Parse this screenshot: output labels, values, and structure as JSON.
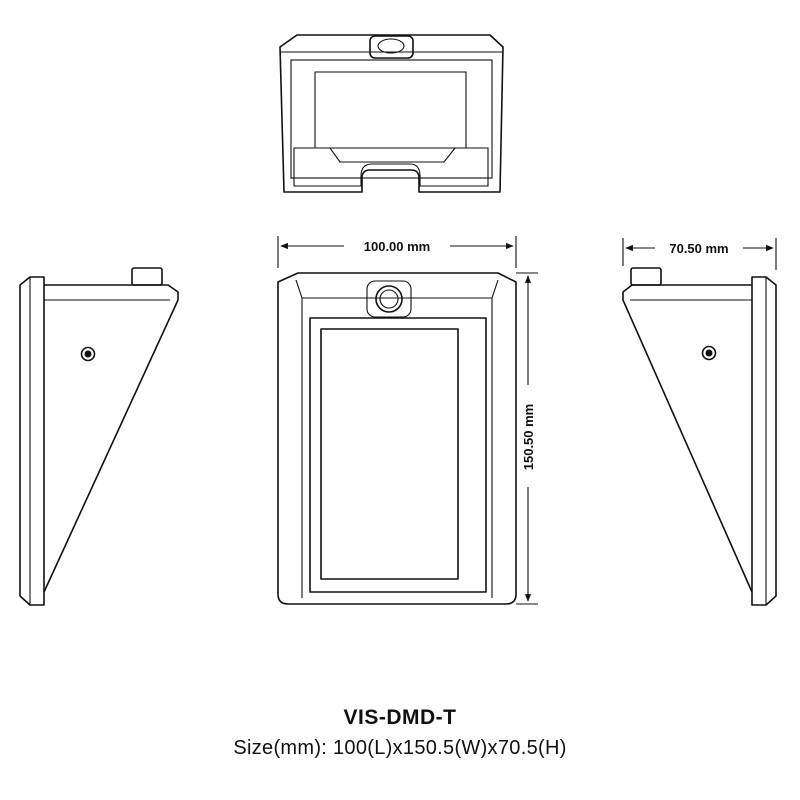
{
  "dimensions": {
    "length_label": "100.00 mm",
    "width_label": "150.50 mm",
    "depth_label": "70.50 mm"
  },
  "product": {
    "model": "VIS-DMD-T",
    "size_text": "Size(mm): 100(L)x150.5(W)x70.5(H)"
  }
}
